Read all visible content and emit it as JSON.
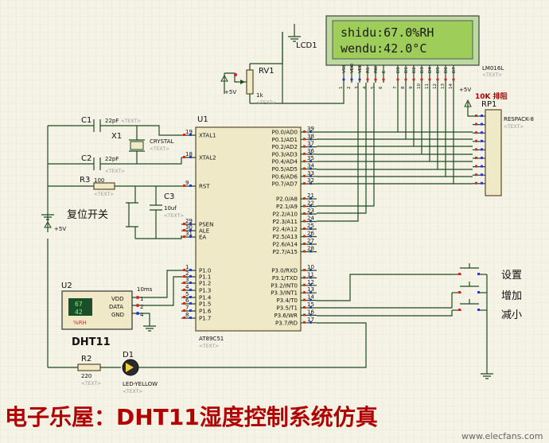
{
  "title": "电子乐屋：DHT11湿度控制系统仿真",
  "watermark": "www.elecfans.com",
  "lcd": {
    "ref": "LCD1",
    "model": "LM016L",
    "line1": "shidu:67.0%RH",
    "line2": "wendu:42.0°C",
    "pins": [
      "VSS",
      "VDD",
      "VEE",
      "RS",
      "RW",
      "E",
      "D0",
      "D1",
      "D2",
      "D3",
      "D4",
      "D5",
      "D6",
      "D7"
    ],
    "pin_numbers": [
      "1",
      "2",
      "3",
      "4",
      "5",
      "6",
      "7",
      "8",
      "9",
      "10",
      "11",
      "12",
      "13",
      "14"
    ]
  },
  "rv1": {
    "ref": "RV1",
    "value": "1k",
    "supply": "+5V"
  },
  "rp1": {
    "ref": "RP1",
    "model": "RESPACK-8",
    "label": "10K 排阻",
    "supply": "+5V"
  },
  "mcu": {
    "ref": "U1",
    "model": "AT89C51",
    "left_pins": [
      {
        "num": "19",
        "name": "XTAL1"
      },
      {
        "num": "18",
        "name": "XTAL2"
      },
      {
        "num": "9",
        "name": "RST"
      },
      {
        "num": "29",
        "name": "PSEN"
      },
      {
        "num": "30",
        "name": "ALE"
      },
      {
        "num": "31",
        "name": "EA"
      },
      {
        "num": "1",
        "name": "P1.0"
      },
      {
        "num": "2",
        "name": "P1.1"
      },
      {
        "num": "3",
        "name": "P1.2"
      },
      {
        "num": "4",
        "name": "P1.3"
      },
      {
        "num": "5",
        "name": "P1.4"
      },
      {
        "num": "6",
        "name": "P1.5"
      },
      {
        "num": "7",
        "name": "P1.6"
      },
      {
        "num": "8",
        "name": "P1.7"
      }
    ],
    "right_p0": [
      {
        "num": "39",
        "name": "P0.0/AD0"
      },
      {
        "num": "38",
        "name": "P0.1/AD1"
      },
      {
        "num": "37",
        "name": "P0.2/AD2"
      },
      {
        "num": "36",
        "name": "P0.3/AD3"
      },
      {
        "num": "35",
        "name": "P0.4/AD4"
      },
      {
        "num": "34",
        "name": "P0.5/AD5"
      },
      {
        "num": "33",
        "name": "P0.6/AD6"
      },
      {
        "num": "32",
        "name": "P0.7/AD7"
      }
    ],
    "right_p2": [
      {
        "num": "21",
        "name": "P2.0/A8"
      },
      {
        "num": "22",
        "name": "P2.1/A9"
      },
      {
        "num": "23",
        "name": "P2.2/A10"
      },
      {
        "num": "24",
        "name": "P2.3/A11"
      },
      {
        "num": "25",
        "name": "P2.4/A12"
      },
      {
        "num": "26",
        "name": "P2.5/A13"
      },
      {
        "num": "27",
        "name": "P2.6/A14"
      },
      {
        "num": "28",
        "name": "P2.7/A15"
      }
    ],
    "right_p3": [
      {
        "num": "10",
        "name": "P3.0/RXD"
      },
      {
        "num": "11",
        "name": "P3.1/TXD"
      },
      {
        "num": "12",
        "name": "P3.2/INT0"
      },
      {
        "num": "13",
        "name": "P3.3/INT1"
      },
      {
        "num": "14",
        "name": "P3.4/T0"
      },
      {
        "num": "15",
        "name": "P3.5/T1"
      },
      {
        "num": "16",
        "name": "P3.6/WR"
      },
      {
        "num": "17",
        "name": "P3.7/RD"
      }
    ]
  },
  "c1": {
    "ref": "C1",
    "value": "22pF"
  },
  "c2": {
    "ref": "C2",
    "value": "22pF"
  },
  "x1": {
    "ref": "X1",
    "model": "CRYSTAL"
  },
  "r3": {
    "ref": "R3",
    "value": "100"
  },
  "c3": {
    "ref": "C3",
    "value": "10uf"
  },
  "reset": {
    "label": "复位开关",
    "supply": "+5V"
  },
  "u2": {
    "ref": "U2",
    "model": "DHT11",
    "display_top": "67",
    "display_bottom": "42",
    "unit": "%RH",
    "pins": [
      "VDD",
      "DATA",
      "GND"
    ],
    "pin_numbers": [
      "1",
      "2",
      "4"
    ],
    "note": "10ms"
  },
  "d1": {
    "ref": "D1",
    "model": "LED-YELLOW"
  },
  "r2": {
    "ref": "R2",
    "value": "220"
  },
  "buttons": [
    "设置",
    "增加",
    "减小"
  ],
  "text_placeholder": "<TEXT>"
}
